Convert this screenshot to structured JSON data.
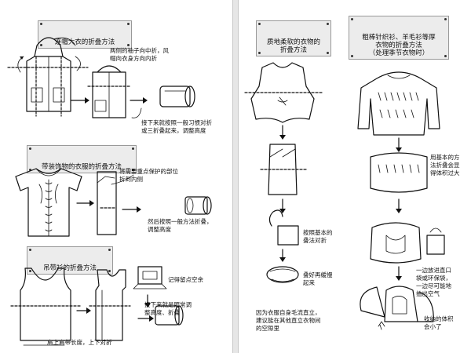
{
  "left_page": {
    "coat": {
      "title": "连帽大衣的折叠方法",
      "note_top": "两侧的袖子向中折，风\n帽向衣身方向内折",
      "note_bottom": "接下来就按照一般习惯对折\n或三折叠起来，调整高度"
    },
    "blouse": {
      "title": "带装饰物的衣服的折叠方法",
      "note_top": "将需要重点保护的部位\n折到内侧",
      "note_bottom": "然后按照一般方法折叠，\n调整高度"
    },
    "tank": {
      "title": "吊带衫的折叠方法",
      "note_right": "记得留点空余",
      "note_right2": "接下来就是照常调\n整高度、折叠",
      "note_bottom": "肩上肩带长度，上下对折"
    }
  },
  "right_page": {
    "soft": {
      "title": "质地柔软的衣物的\n折叠方法",
      "note_mid": "按照基本的\n叠法对折",
      "note_low": "叠好再缓慢\n起来",
      "note_bottom": "因为衣服自身毛流直立，\n建议能在其他直立衣物间\n的空隙里"
    },
    "knit": {
      "title": "粗棒针织衫、羊毛衫等厚\n衣物的折叠方法\n（处理季节衣物时）",
      "note_mid": "用基本的方\n法折叠会显\n得体积过大",
      "note_low": "一边放进直口\n袋或环保袋，\n一边尽可能地\n抽出空气",
      "note_bottom": "收纳的体积\n会小了"
    }
  },
  "page_numbers": {
    "left": "",
    "right": ""
  }
}
